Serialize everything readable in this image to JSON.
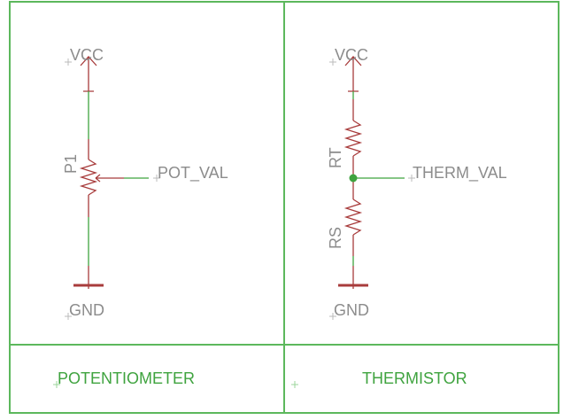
{
  "colors": {
    "frame": "#5cb85c",
    "wire": "#3fa33f",
    "symbol": "#a83c3c",
    "label": "#8c8c8c",
    "title": "#3fa33f"
  },
  "sheets": [
    {
      "title": "POTENTIOMETER",
      "supply_label": "VCC",
      "ground_label": "GND",
      "component": {
        "type": "potentiometer",
        "name": "P1"
      },
      "net_label": "POT_VAL"
    },
    {
      "title": "THERMISTOR",
      "supply_label": "VCC",
      "ground_label": "GND",
      "components": [
        {
          "type": "resistor",
          "name": "RT"
        },
        {
          "type": "resistor",
          "name": "RS"
        }
      ],
      "net_label": "THERM_VAL"
    }
  ]
}
